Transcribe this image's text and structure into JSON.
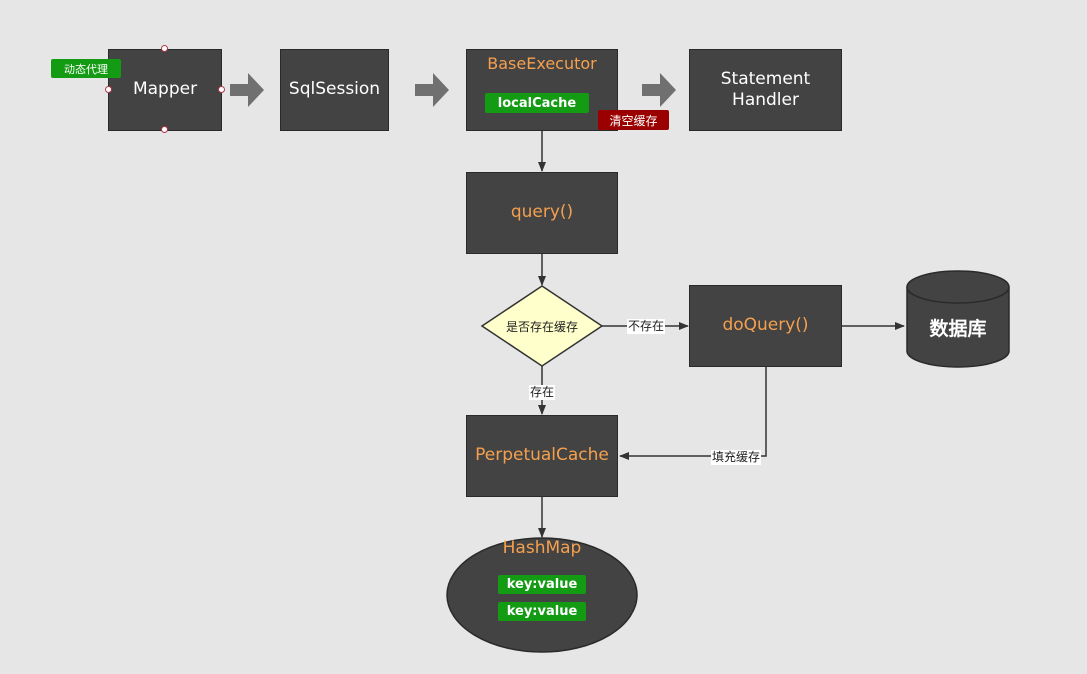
{
  "nodes": {
    "mapper": "Mapper",
    "sqlsession": "SqlSession",
    "base_executor": "BaseExecutor",
    "statement_handler": "Statement\nHandler",
    "query": "query()",
    "do_query": "doQuery()",
    "perpetual_cache": "PerpetualCache",
    "hashmap": "HashMap",
    "database": "数据库",
    "decision": "是否存在缓存"
  },
  "tags": {
    "dynamic_proxy": "动态代理",
    "local_cache": "localCache",
    "clear_cache": "清空缓存",
    "kv1": "key:value",
    "kv2": "key:value"
  },
  "edge_labels": {
    "not_exist": "不存在",
    "exist": "存在",
    "fill_cache": "填充缓存"
  },
  "colors": {
    "background": "#e6e6e6",
    "node_fill": "#434343",
    "orange_text": "#f5a04e",
    "green_tag": "#149b14",
    "red_tag": "#9b0000",
    "decision_fill": "#ffffcc"
  }
}
